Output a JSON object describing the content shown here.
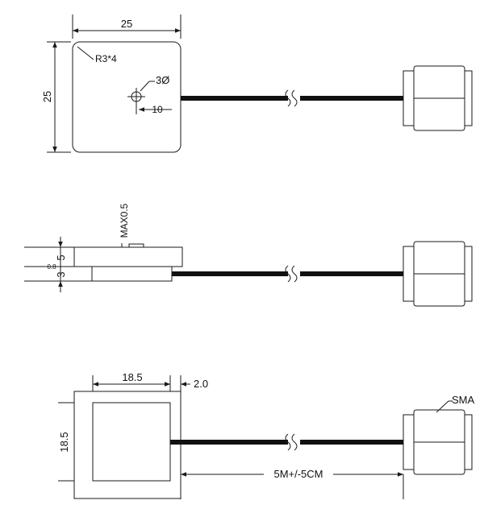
{
  "colors": {
    "line": "#1a1a1a",
    "cable": "#111111",
    "background": "#ffffff"
  },
  "top_view": {
    "width_dim": "25",
    "height_dim": "25",
    "corner_note": "R3*4",
    "hole_diameter": "3Ø",
    "hole_offset": "10"
  },
  "side_view": {
    "max_note": "MAX0.5",
    "dim_upper": "5",
    "dim_gap": "0.8",
    "dim_lower": "3"
  },
  "bottom_view": {
    "width_dim": "18.5",
    "margin_dim": "2.0",
    "height_dim": "18.5",
    "connector_label": "SMA",
    "cable_length": "5M+/-5CM"
  }
}
